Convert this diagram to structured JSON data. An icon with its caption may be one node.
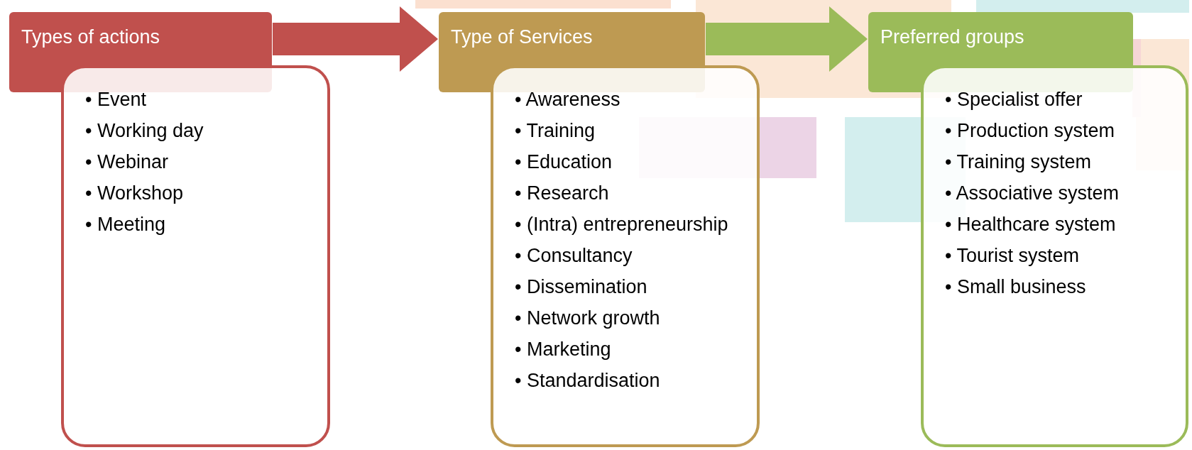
{
  "diagram": {
    "nodes": [
      {
        "text": [
          "Types of actions"
        ]
      },
      {
        "text": [
          "• Event",
          "• Working day",
          "• Webinar",
          "• Workshop",
          "• Meeting"
        ]
      },
      {
        "text": [
          "Type of Services"
        ]
      },
      {
        "text": [
          "• Awareness",
          "• Training",
          "• Education",
          "• Research",
          "• (Intra) entrepreneurship",
          "• Consultancy",
          "• Dissemination",
          "• Network growth",
          "• Marketing",
          "• Standardisation"
        ]
      },
      {
        "text": [
          "Preferred groups"
        ]
      },
      {
        "text": [
          "• Specialist offer",
          "• Production system",
          "• Training system",
          "• Associative system",
          "• Healthcare system",
          "• Tourist system",
          "• Small business"
        ]
      }
    ],
    "edges": [
      {
        "from": 0,
        "to": 2,
        "arrow": "to",
        "style": "thick",
        "color": "#c0504d"
      },
      {
        "from": 2,
        "to": 4,
        "arrow": "to",
        "style": "thick",
        "color": "#9bbb59"
      }
    ]
  }
}
